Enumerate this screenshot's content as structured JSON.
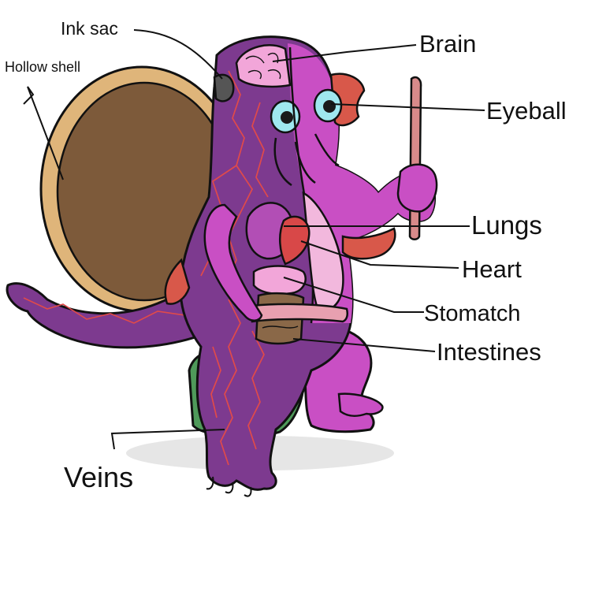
{
  "labels": {
    "ink_sac": "Ink sac",
    "hollow_shell": "Hollow shell",
    "brain": "Brain",
    "eyeball": "Eyeball",
    "lungs": "Lungs",
    "heart": "Heart",
    "stomach": "Stomatch",
    "intestines": "Intestines",
    "veins": "Veins"
  },
  "colors": {
    "body": "#c94fc4",
    "body_cut": "#7d3a8f",
    "veins": "#e04a4a",
    "shell_outer": "#dfb57a",
    "shell_inner": "#7d5a3a",
    "brain": "#f2a6d9",
    "eye": "#9fe8ef",
    "lungs": "#b24eb5",
    "heart": "#d84848",
    "stomach": "#f2a6d9",
    "intestines": "#8a6848",
    "shorts": "#4f9a5a",
    "fin": "#d8584a",
    "stick": "#d88a8a"
  }
}
